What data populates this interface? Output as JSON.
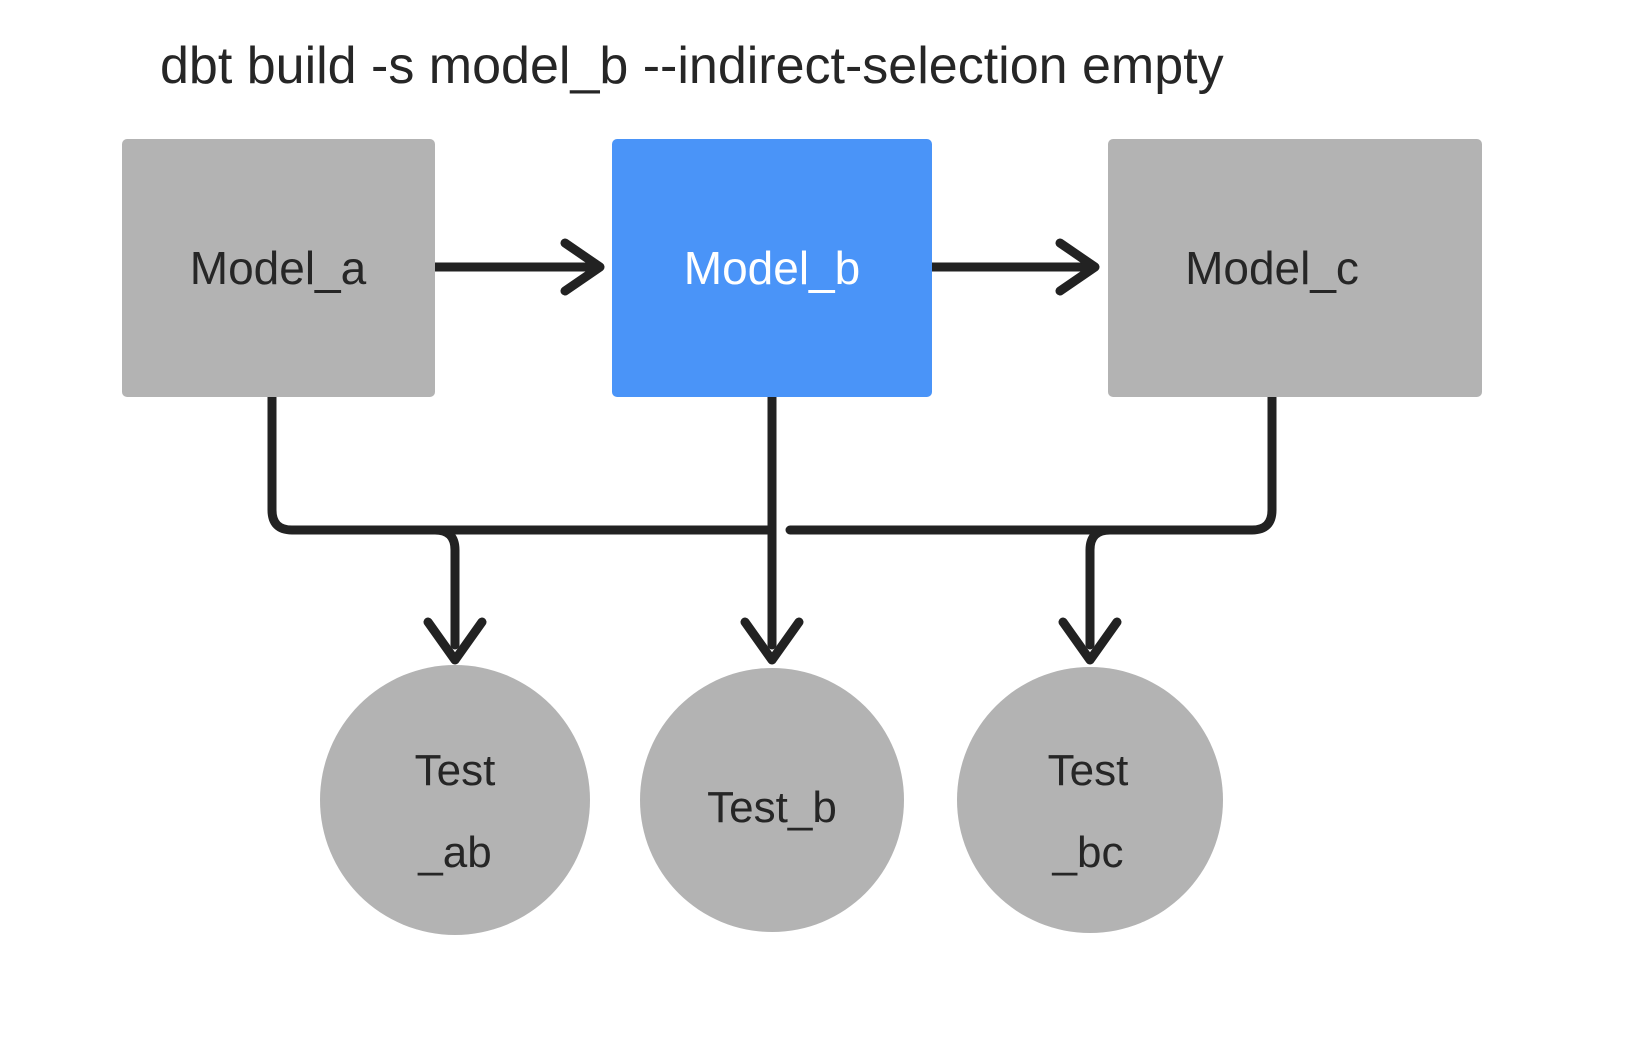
{
  "title": "dbt build -s model_b --indirect-selection empty",
  "colors": {
    "background": "#ffffff",
    "node_gray": "#b3b3b3",
    "node_selected_blue": "#4a94f8",
    "edge_black": "#222222",
    "text_dark": "#262626",
    "text_light": "#ffffff"
  },
  "models": [
    {
      "id": "model_a",
      "label": "Model_a",
      "shape": "rectangle",
      "fill": "#b3b3b3",
      "text_color": "#262626",
      "selected": false
    },
    {
      "id": "model_b",
      "label": "Model_b",
      "shape": "rectangle",
      "fill": "#4a94f8",
      "text_color": "#ffffff",
      "selected": true
    },
    {
      "id": "model_c",
      "label": "Model_c",
      "shape": "rectangle",
      "fill": "#b3b3b3",
      "text_color": "#262626",
      "selected": false
    }
  ],
  "tests": [
    {
      "id": "test_ab",
      "label": "Test_ab",
      "line1": "Test",
      "line2": "_ab",
      "shape": "circle",
      "fill": "#b3b3b3",
      "text_color": "#262626"
    },
    {
      "id": "test_b",
      "label": "Test_b",
      "line1": "Test_b",
      "line2": "",
      "shape": "circle",
      "fill": "#b3b3b3",
      "text_color": "#262626"
    },
    {
      "id": "test_bc",
      "label": "Test_bc",
      "line1": "Test",
      "line2": "_bc",
      "shape": "circle",
      "fill": "#b3b3b3",
      "text_color": "#262626"
    }
  ],
  "edges": [
    {
      "id": "a-to-b",
      "from": "model_a",
      "to": "model_b",
      "style": "straight-arrow"
    },
    {
      "id": "b-to-c",
      "from": "model_b",
      "to": "model_c",
      "style": "straight-arrow"
    },
    {
      "id": "a-to-test-ab",
      "from": "model_a",
      "to": "test_ab",
      "style": "elbow-arrow"
    },
    {
      "id": "b-to-test-ab",
      "from": "model_b",
      "to": "test_ab",
      "style": "elbow-arrow"
    },
    {
      "id": "b-to-test-b",
      "from": "model_b",
      "to": "test_b",
      "style": "straight-arrow"
    },
    {
      "id": "b-to-test-bc",
      "from": "model_b",
      "to": "test_bc",
      "style": "elbow-arrow"
    },
    {
      "id": "c-to-test-bc",
      "from": "model_c",
      "to": "test_bc",
      "style": "elbow-arrow"
    }
  ]
}
